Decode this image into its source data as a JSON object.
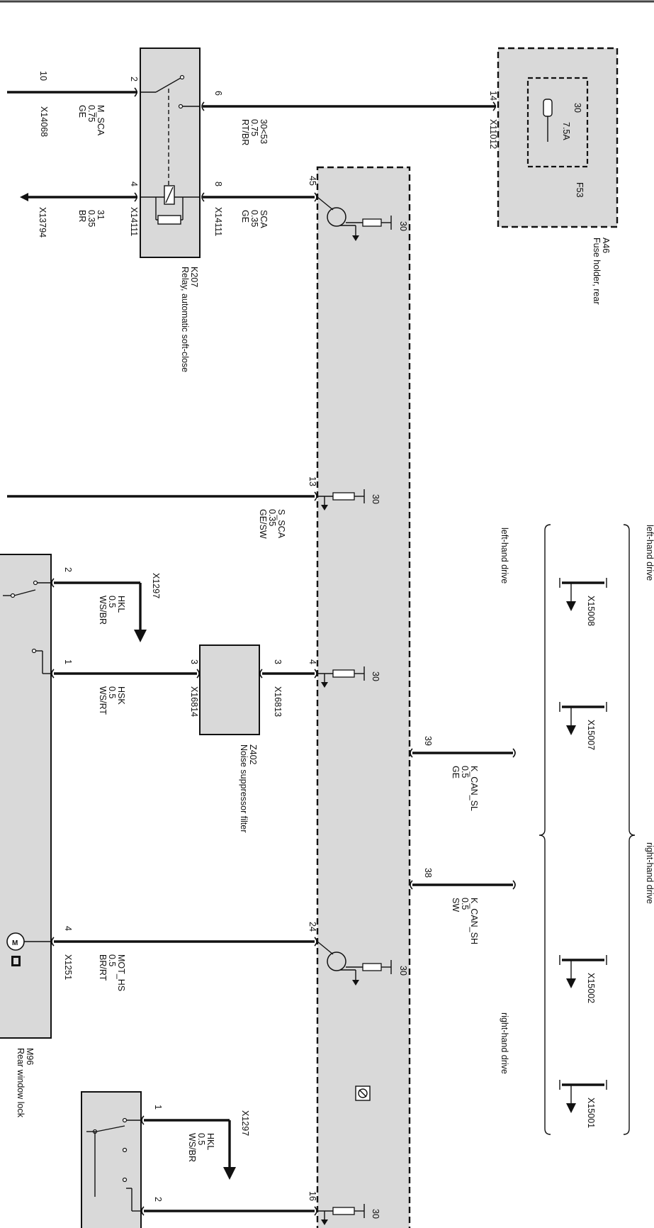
{
  "components": {
    "a46": {
      "code": "A46",
      "name": "Fuse holder, rear"
    },
    "f53": {
      "code": "F53",
      "rating": "7.5A",
      "pin": "30"
    },
    "k207": {
      "code": "K207",
      "name": "Relay, automatic soft-close"
    },
    "z402": {
      "code": "Z402",
      "name": "Noise suppressor filter"
    },
    "m96": {
      "code": "M96",
      "name": "Rear window lock"
    }
  },
  "connectors": {
    "x14068": "X14068",
    "x13794": "X13794",
    "x14111": "X14111",
    "x11012": "X11012",
    "x16813": "X16813",
    "x16814": "X16814",
    "x1297": "X1297",
    "x1251": "X1251",
    "x15008": "X15008",
    "x15007": "X15007",
    "x15002": "X15002",
    "x15001": "X15001"
  },
  "pins": {
    "p10": "10",
    "p2": "2",
    "p4": "4",
    "p6": "6",
    "p8": "8",
    "p14": "14",
    "p45": "45",
    "p13": "13",
    "p3": "3",
    "p1": "1",
    "p39": "39",
    "p38": "38",
    "p24": "24",
    "p16": "16",
    "p30": "30"
  },
  "wires": [
    {
      "signal": "M_SCA",
      "size": "0.75",
      "color": "GE"
    },
    {
      "signal": "31",
      "size": "0.35",
      "color": "BR"
    },
    {
      "signal": "30<53",
      "size": "0.75",
      "color": "RT/BR"
    },
    {
      "signal": "SCA",
      "size": "0.35",
      "color": "GE"
    },
    {
      "signal": "S_SCA",
      "size": "0.35",
      "color": "GE/SW"
    },
    {
      "signal": "HKL",
      "size": "0.5",
      "color": "WS/BR"
    },
    {
      "signal": "HSK",
      "size": "0.5",
      "color": "WS/RT"
    },
    {
      "signal": "K_CAN_SL",
      "size": "0.5",
      "color": "GE"
    },
    {
      "signal": "K_CAN_SH",
      "size": "0.5",
      "color": "SW"
    },
    {
      "signal": "MOT_HS",
      "size": "0.5",
      "color": "BR/RT"
    },
    {
      "signal": "HKL",
      "size": "0.5",
      "color": "WS/BR"
    }
  ],
  "variants": {
    "lhd": "left-hand drive",
    "rhd": "right-hand drive"
  }
}
